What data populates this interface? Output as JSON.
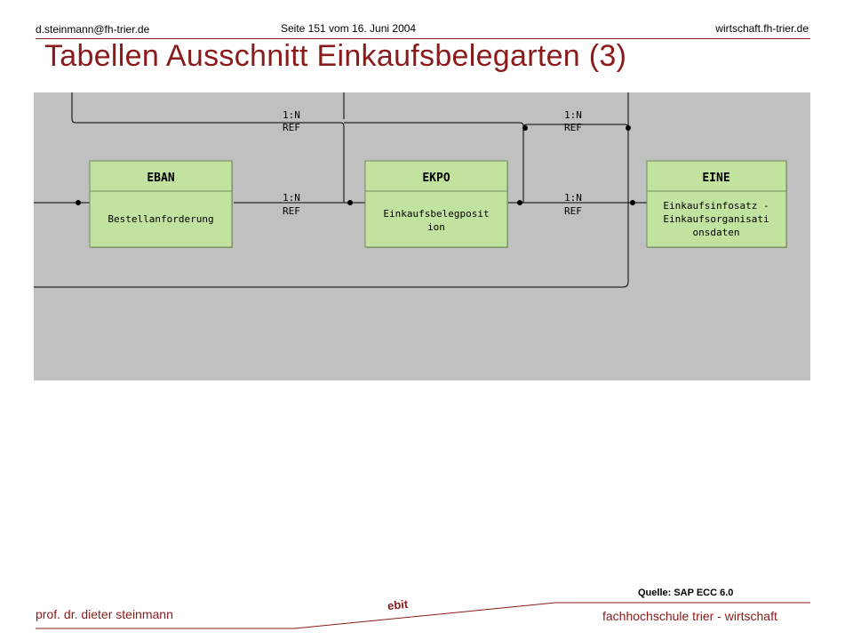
{
  "header": {
    "email": "d.steinmann@fh-trier.de",
    "page_info": "Seite 151 vom 16. Juni 2004",
    "website": "wirtschaft.fh-trier.de"
  },
  "title": "Tabellen Ausschnitt Einkaufsbelegarten (3)",
  "diagram": {
    "tables": [
      {
        "name": "EBAN",
        "desc_lines": [
          "Bestellanforderung"
        ]
      },
      {
        "name": "EKPO",
        "desc_lines": [
          "Einkaufsbelegposit",
          "ion"
        ]
      },
      {
        "name": "EINE",
        "desc_lines": [
          "Einkaufsinfosatz -",
          "Einkaufsorganisati",
          "onsdaten"
        ]
      }
    ],
    "relations": [
      {
        "cardinality": "1:N",
        "type": "REF"
      },
      {
        "cardinality": "1:N",
        "type": "REF"
      },
      {
        "cardinality": "1:N",
        "type": "REF"
      },
      {
        "cardinality": "1:N",
        "type": "REF"
      }
    ],
    "colors": {
      "background": "#c0c0c0",
      "box_fill": "#c2e3a0",
      "line": "#000000"
    }
  },
  "source": "Quelle: SAP ECC 6.0",
  "footer": {
    "author": "prof. dr. dieter steinmann",
    "logo_text": "ebit",
    "institution": "fachhochschule trier - wirtschaft"
  },
  "colors": {
    "accent": "#8b1a1a"
  }
}
